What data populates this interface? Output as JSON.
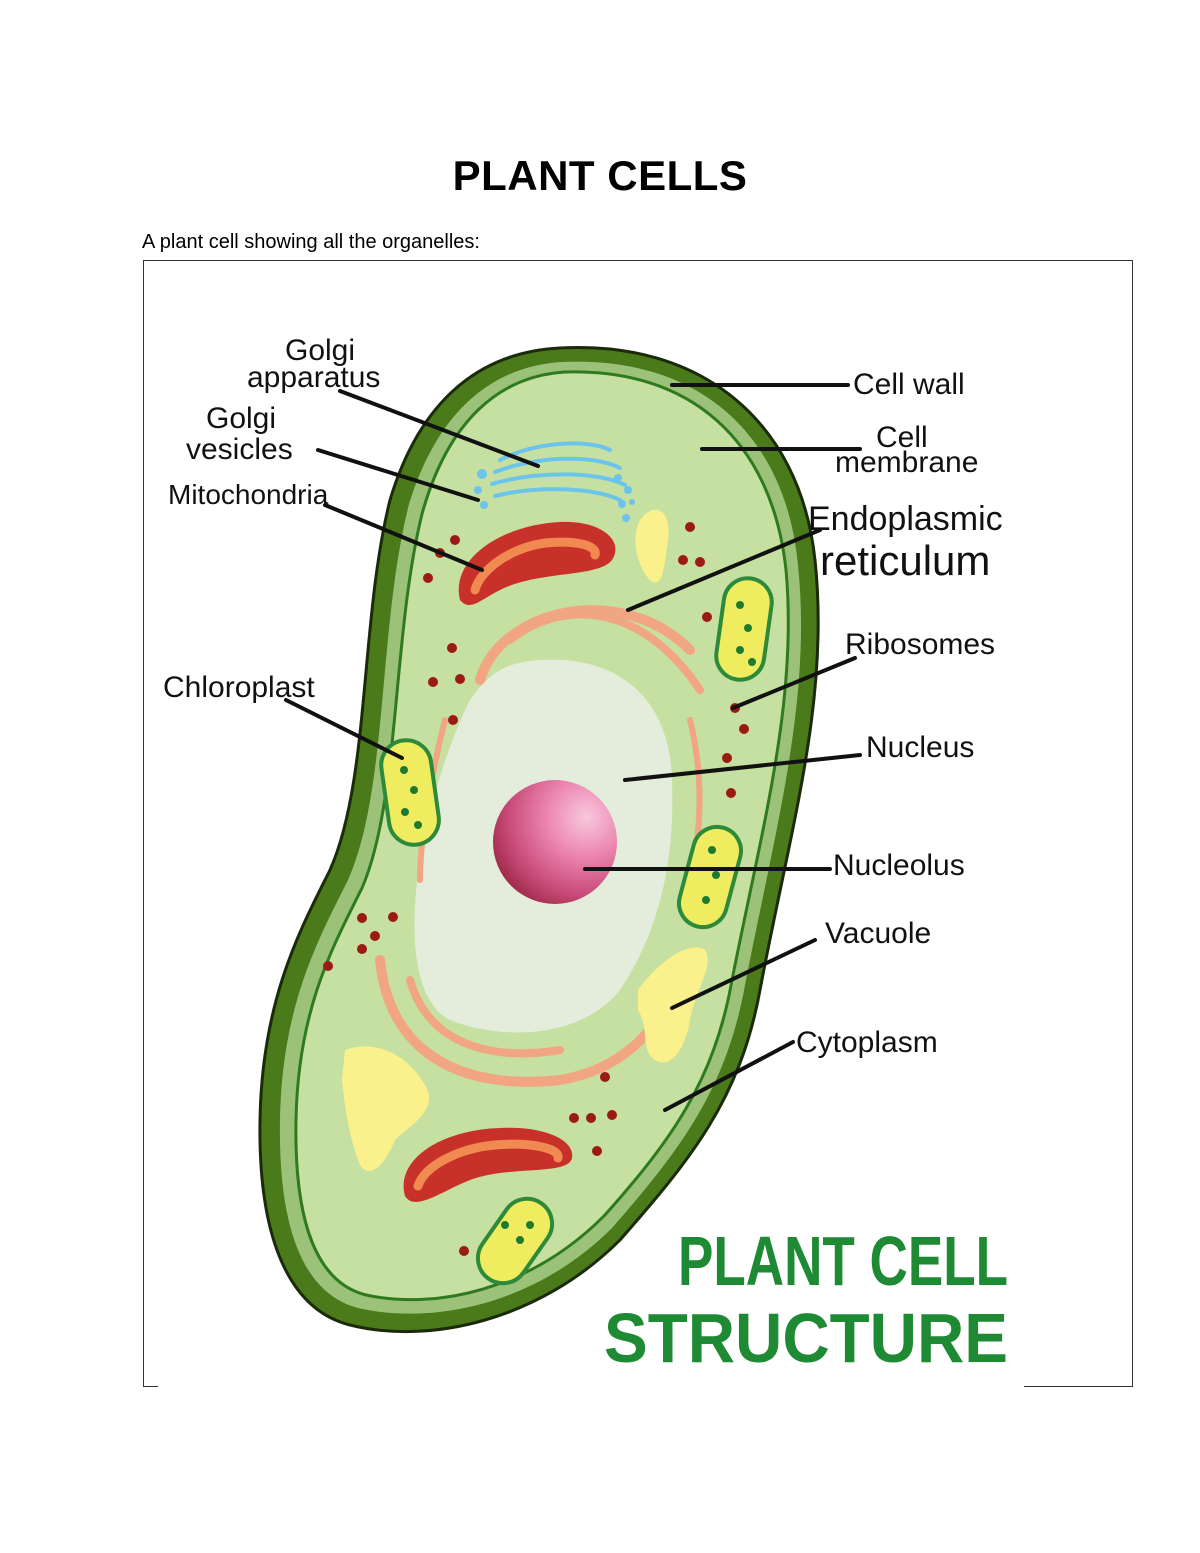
{
  "document": {
    "title": "PLANT CELLS",
    "caption": "A plant cell showing all the organelles:"
  },
  "figure": {
    "brand_line1": "PLANT CELL",
    "brand_line2": "STRUCTURE",
    "labels": {
      "golgi_apparatus_1": "Golgi",
      "golgi_apparatus_2": "apparatus",
      "golgi_vesicles_1": "Golgi",
      "golgi_vesicles_2": "vesicles",
      "mitochondria": "Mitochondria",
      "chloroplast": "Chloroplast",
      "cell_wall": "Cell wall",
      "cell_membrane_1": "Cell",
      "cell_membrane_2": "membrane",
      "er_1": "Endoplasmic",
      "er_2": "reticulum",
      "ribosomes": "Ribosomes",
      "nucleus": "Nucleus",
      "nucleolus": "Nucleolus",
      "vacuole": "Vacuole",
      "cytoplasm": "Cytoplasm"
    },
    "colors": {
      "cell_wall": "#4a7a1a",
      "cytoplasm": "#c5e0a0",
      "nucleus": "#e4ecdc",
      "nucleolus": "#c23a6a",
      "mitochondria_outer": "#c8302a",
      "mitochondria_inner": "#f08a50",
      "er": "#f2a583",
      "golgi": "#6cc4ec",
      "vacuole": "#faf08c",
      "ribosome": "#9a1a16",
      "chloroplast_fill": "#f0ec60",
      "chloroplast_border": "#2d8a3a",
      "brand": "#1e8a33"
    }
  }
}
